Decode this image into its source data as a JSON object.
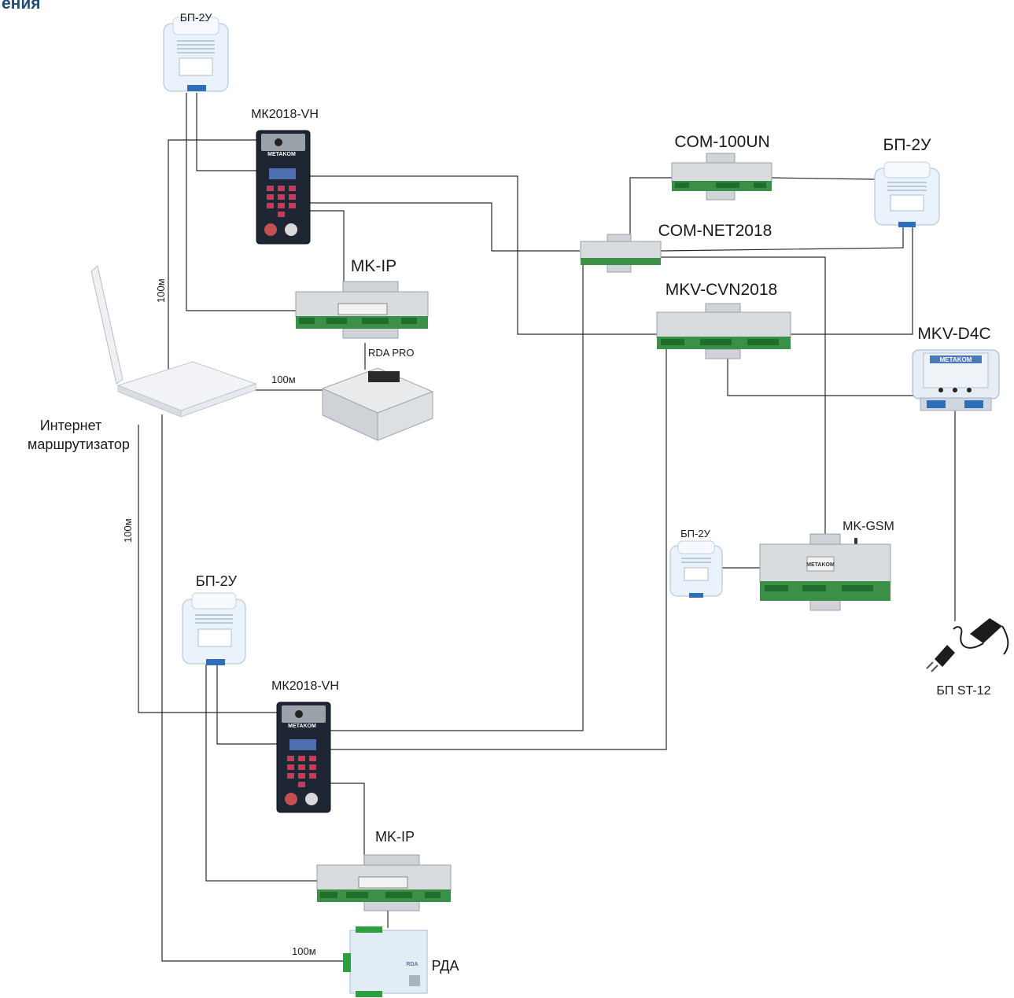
{
  "title_fragment": "ения",
  "devices": {
    "psu_top": "БП-2У",
    "panel_top": "МК2018-VH",
    "mkip_top": "MK-IP",
    "rda_pro": "RDA PRO",
    "com100": "COM-100UN",
    "psu_right": "БП-2У",
    "comnet": "COM-NET2018",
    "mkv_cvn": "MKV-CVN2018",
    "mkv_d4c": "MKV-D4C",
    "router": [
      "Интернет",
      "маршрутизатор"
    ],
    "psu_gsm": "БП-2У",
    "mk_gsm": "MK-GSM",
    "psu_st12": "БП ST-12",
    "psu_bottom": "БП-2У",
    "panel_bottom": "МК2018-VH",
    "mkip_bottom": "MK-IP",
    "rda": "РДА"
  },
  "cable_labels": {
    "vertical_top": "100м",
    "router_to_rdapro": "100м",
    "vertical_bottom": "100м",
    "router_to_rda": "100м"
  },
  "device_text": {
    "brand": "METAKOM",
    "rda_brand": "RDA"
  },
  "colors": {
    "title": "#1f4e79",
    "wire": "#2a2a2a",
    "psu": "#eaf2fb",
    "pcb": "#3c8f47"
  }
}
